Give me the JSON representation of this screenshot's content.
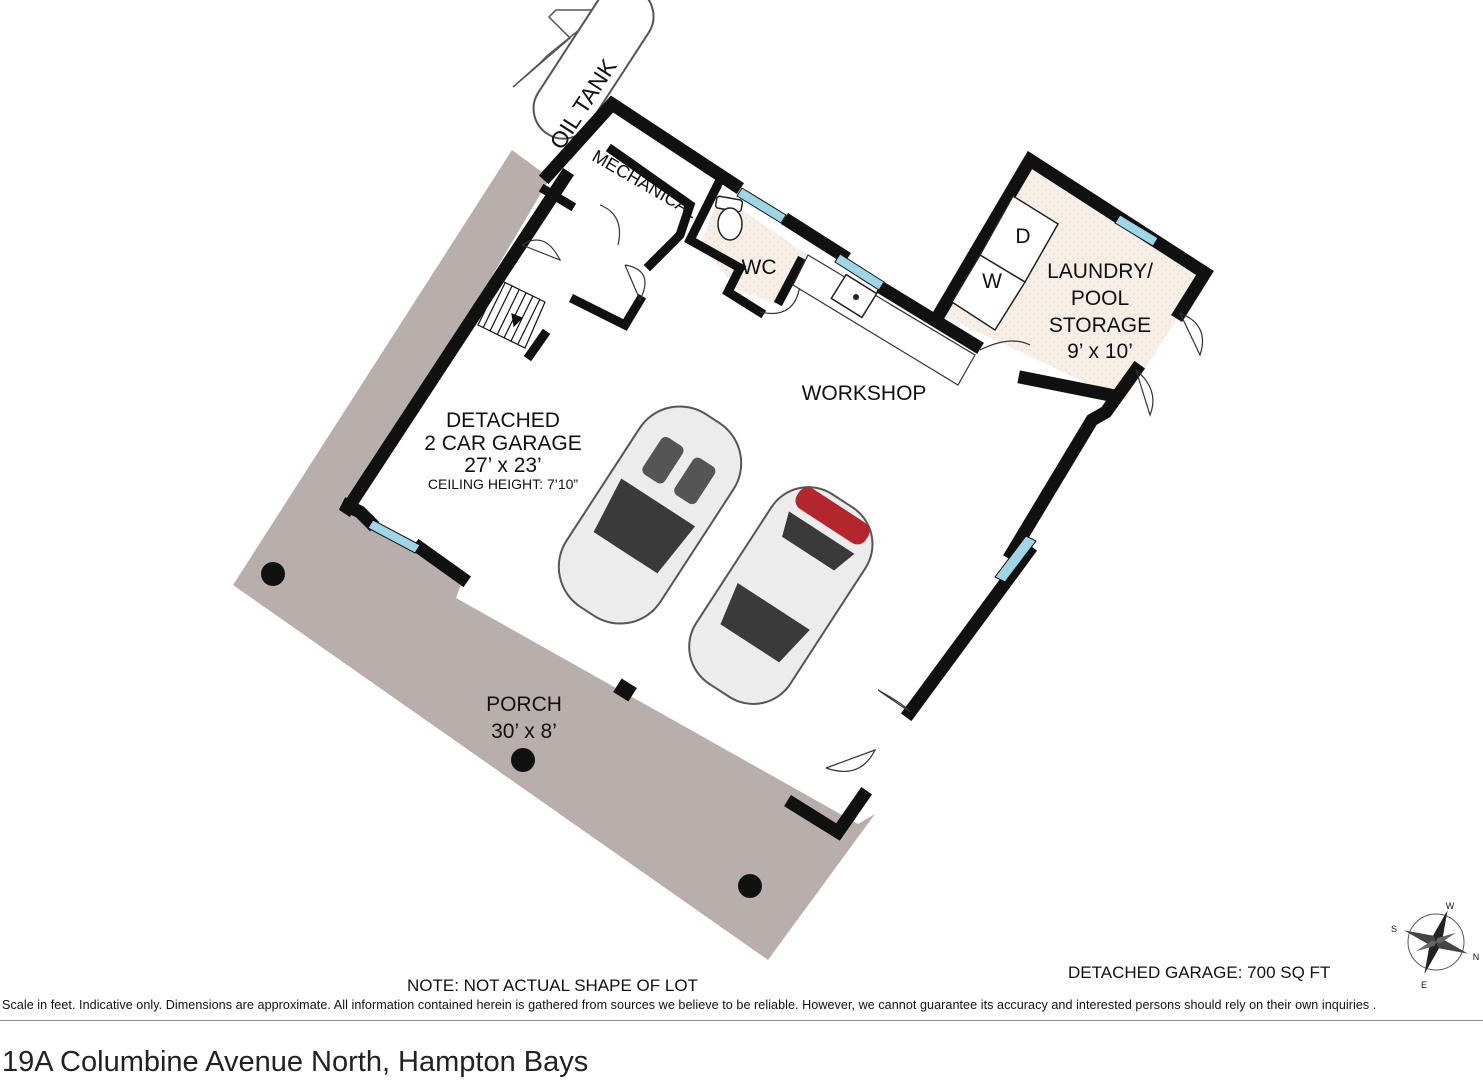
{
  "rooms": {
    "garage": {
      "line1": "DETACHED",
      "line2": "2 CAR GARAGE",
      "dims": "27’ x 23’",
      "ceiling": "CEILING HEIGHT: 7’10”"
    },
    "workshop": "WORKSHOP",
    "laundry": {
      "line1": "LAUNDRY/",
      "line2": "POOL",
      "line3": "STORAGE",
      "dims": "9’ x 10’"
    },
    "porch": {
      "name": "PORCH",
      "dims": "30’ x 8’"
    },
    "wc": "WC",
    "mechanical": "MECHANICAL",
    "oil_tank": "OIL TANK",
    "dryer": "D",
    "washer": "W"
  },
  "compass": {
    "north": "N",
    "south": "S",
    "east": "E",
    "west": "W"
  },
  "notes": {
    "lot": "NOTE: NOT ACTUAL SHAPE OF LOT",
    "area": "DETACHED GARAGE: 700 SQ FT",
    "disclaimer": "Scale in feet. Indicative only. Dimensions are approximate. All information contained herein is gathered from sources we believe to be reliable. However, we cannot guarantee its accuracy and interested persons should rely on their own inquiries ."
  },
  "address": "19A Columbine Avenue North, Hampton Bays",
  "colors": {
    "wall": "#111111",
    "porch": "#b8afad",
    "window": "#9ed6e6",
    "floor_tile": "#f6efe7",
    "car_body": "#ececec",
    "car_glass": "#3a3a3a"
  }
}
